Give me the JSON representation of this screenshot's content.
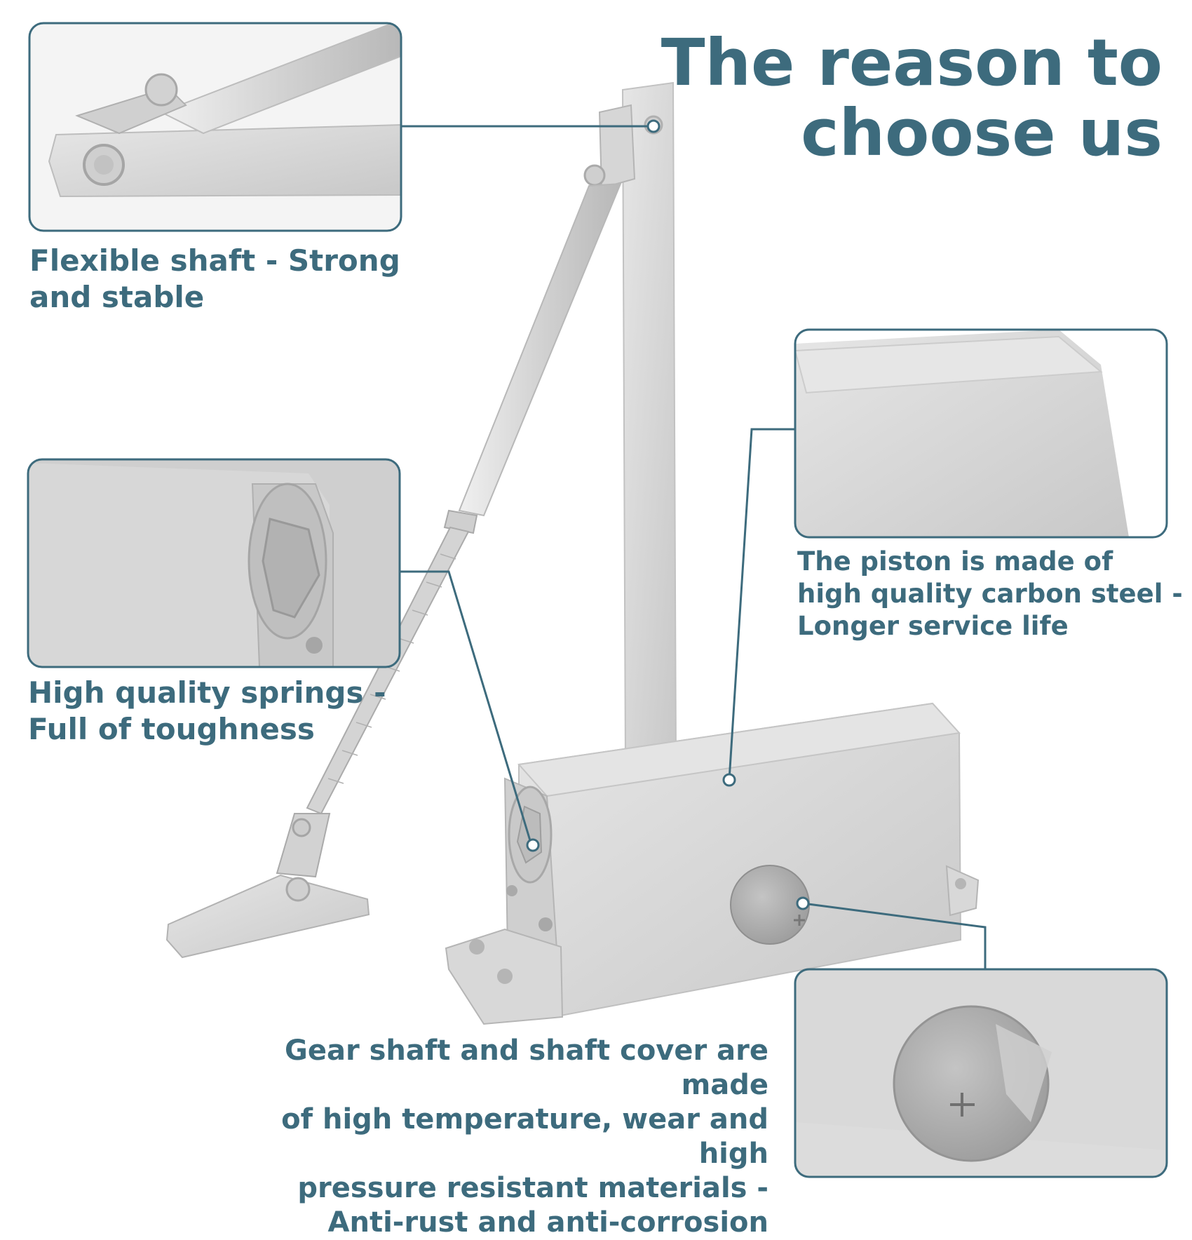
{
  "title": {
    "line1": "The reason to",
    "line2": "choose us"
  },
  "callouts": [
    {
      "line1": "Flexible shaft - Strong",
      "line2": "and stable"
    },
    {
      "line1": "High quality springs -",
      "line2": "Full of toughness"
    },
    {
      "line1": "The piston is made of",
      "line2": "high quality carbon steel -",
      "line3": "Longer service life"
    },
    {
      "line1": "Gear shaft and shaft cover are made",
      "line2": "of high temperature, wear and high",
      "line3": "pressure resistant materials -",
      "line4": "Anti-rust and anti-corrosion"
    }
  ],
  "colors": {
    "accent": "#3d6b7d",
    "metal": "#d9d9d9",
    "metal_shade": "#bdbdbd",
    "cap": "#a9a9a9"
  }
}
